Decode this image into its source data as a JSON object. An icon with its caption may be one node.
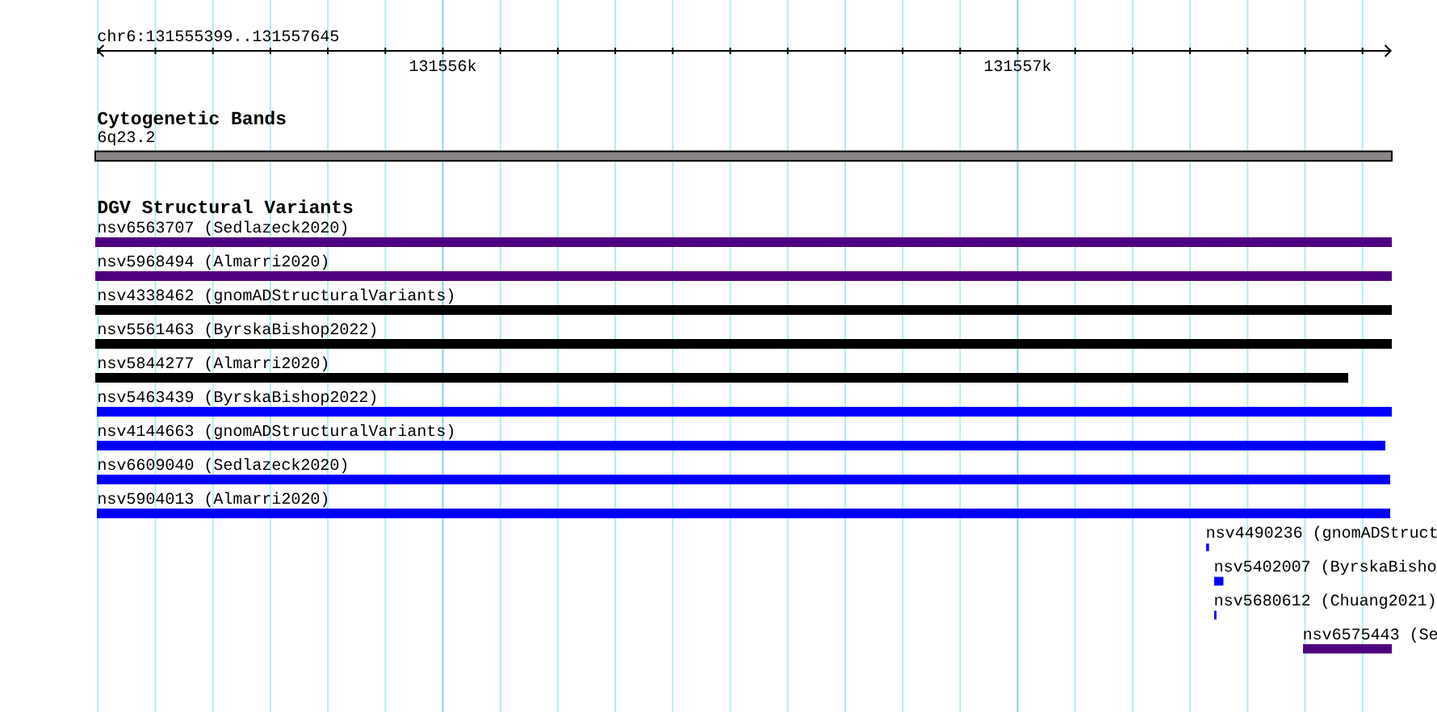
{
  "diagram": {
    "nodes": [
      {
        "text": [
          "6q23.2"
        ]
      },
      {
        "text": [
          "nsv6563707 (Sedlazeck2020)"
        ]
      },
      {
        "text": [
          "nsv5968494 (Almarri2020)"
        ]
      },
      {
        "text": [
          "nsv4338462 (gnomADStructuralVariants)"
        ]
      },
      {
        "text": [
          "nsv5561463 (ByrskaBishop2022)"
        ]
      },
      {
        "text": [
          "nsv5844277 (Almarri2020)"
        ]
      },
      {
        "text": [
          "nsv5463439 (ByrskaBishop2022)"
        ]
      },
      {
        "text": [
          "nsv4144663 (gnomADStructuralVariants)"
        ]
      },
      {
        "text": [
          "nsv6609040 (Sedlazeck2020)"
        ]
      },
      {
        "text": [
          "nsv5904013 (Almarri2020)"
        ]
      },
      {
        "text": [
          "nsv4490236 (gnomADStruct"
        ]
      },
      {
        "text": [
          "nsv5402007 (ByrskaBisho"
        ]
      },
      {
        "text": [
          "nsv5680612 (Chuang2021)"
        ]
      },
      {
        "text": [
          "nsv6575443 (Se"
        ]
      }
    ],
    "labels": [
      "chr6:131555399..131557645",
      "131556k",
      "131557k",
      "Cytogenetic Bands",
      "DGV Structural Variants"
    ]
  }
}
